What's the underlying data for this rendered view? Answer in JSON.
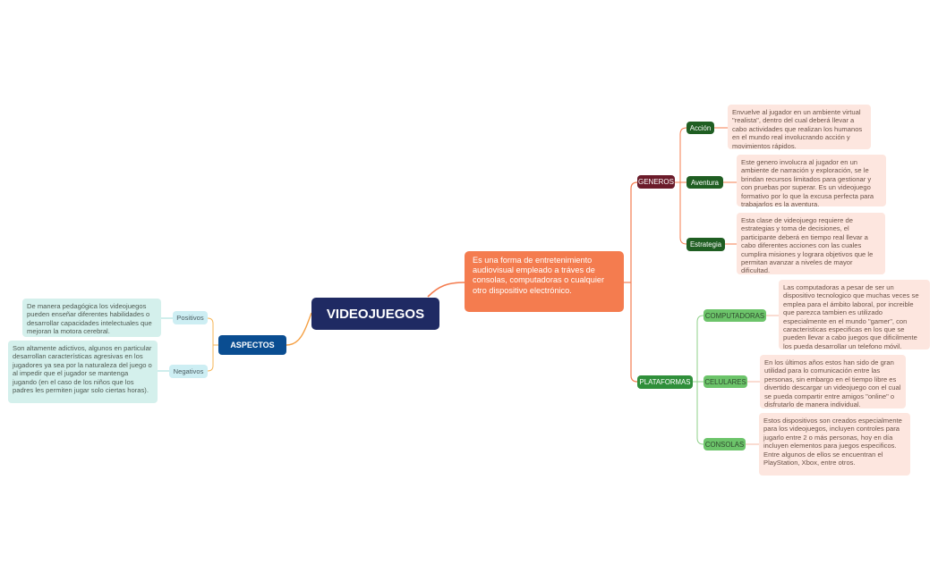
{
  "root": {
    "label": "VIDEOJUEGOS"
  },
  "definition": {
    "text": "Es una forma de entretenimiento audiovisual empleado a tráves de consolas, computadoras o cualquier otro dispositivo electrónico."
  },
  "generos": {
    "label": "GENEROS",
    "items": [
      {
        "label": "Acción",
        "note": "Envuelve al jugador en un ambiente virtual \"realista\", dentro del cual deberá llevar a cabo actividades que realizan los humanos en el mundo real involucrando acción y movimientos rápidos."
      },
      {
        "label": "Aventura",
        "note": "Este genero involucra al jugador en un ambiente de narración y exploración, se le brindan recursos limitados para gestionar y con pruebas por superar. Es un videojuego formativo por lo que la excusa perfecta para trabajarlos es la aventura."
      },
      {
        "label": "Estrategia",
        "note": "Esta clase de videojuego requiere de estrategias y toma de decisiones, el participante deberá en tiempo real llevar a cabo diferentes acciones con las cuales cumplira misiones y lograra objetivos que le permitan avanzar a niveles de mayor dificultad."
      }
    ]
  },
  "plataformas": {
    "label": "PLATAFORMAS",
    "items": [
      {
        "label": "COMPUTADORAS",
        "note": "Las computadoras a pesar de ser un dispositivo tecnologico que muchas veces se emplea para el ámbito laboral, por increible que parezca tambien es utilizado especialmente en el mundo \"gamer\", con caracteristicas especificas en los que se pueden llevar a cabo juegos que dificilmente los pueda desarrollar un telefono móvil."
      },
      {
        "label": "CELULARES",
        "note": "En los últimos años estos han sido de gran utilidad para lo comunicación entre las personas, sin embargo en el tiempo libre es divertido descargar un videojuego con el cual se pueda compartir entre amigos \"online\" o disfrutarlo de manera individual."
      },
      {
        "label": "CONSOLAS",
        "note": "Estos dispositivos son creados especialmente para los videojuegos, incluyen controles para jugarlo entre 2 o más personas, hoy en día incluyen elementos para juegos especificos. Entre algunos de ellos se encuentran el PlayStation, Xbox, entre otros."
      }
    ]
  },
  "aspectos": {
    "label": "ASPECTOS",
    "items": [
      {
        "label": "Positivos",
        "note": "De manera pedagógica los videojuegos pueden enseñar diferentes habilidades o desarrollar capacidades intelectuales que mejoran la motora cerebral."
      },
      {
        "label": "Negativos",
        "note": "Son altamente adictivos, algunos en particular desarrollan características agresivas en los jugadores ya sea por la naturaleza del juego o al impedir que el jugador se mantenga jugando (en el caso de los niños que los padres les permiten jugar solo ciertas horas)."
      }
    ]
  },
  "colors": {
    "root": "#1f2a63",
    "definition": "#f47c4f",
    "generos": "#6b1b2a",
    "genre_items": "#1f5e22",
    "platform": "#2f8f3a",
    "platform_items": "#6cc46a",
    "aspectos": "#0a4d91",
    "aspect_items": "#cdeef3",
    "note_pink": "#fde6df",
    "note_green": "#d4f0ec"
  }
}
